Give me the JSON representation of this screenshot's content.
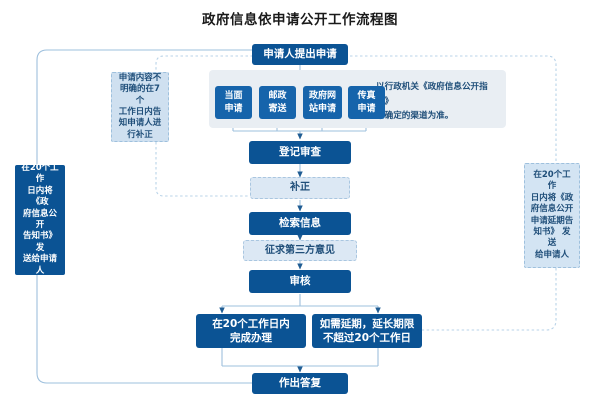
{
  "title": "政府信息依申请公开工作流程图",
  "colors": {
    "dark_blue": "#0b5394",
    "channel_blue": "#1664ab",
    "pale_blue": "#dce8f4",
    "note_blue": "#cfe0f0",
    "panel_grey": "#e9eef3",
    "text_blue": "#1f4e79",
    "connector": "#8fb4d4"
  },
  "flow": {
    "start": "申请人提出申请",
    "channels": [
      "当面\n申请",
      "邮政\n寄送",
      "政府网\n站申请",
      "传真\n申请"
    ],
    "channel_note": "以行政机关《政府信息公开指南》\n中确定的渠道为准。",
    "register_review": "登记审查",
    "supplement": "补正",
    "retrieve_info": "检索信息",
    "third_party": "征求第三方意见",
    "audit": "审核",
    "within_20_days": "在20个工作日内\n完成办理",
    "extension": "如需延期，延长期限\n不超过20个工作日",
    "reply": "作出答复"
  },
  "notes": {
    "left_unclear": "申请内容不\n明确的在7个\n工作日内告\n知申请人进\n行补正",
    "left_notice": "在20个工作\n日内将《政\n府信息公开\n告知书》发\n送给申请人",
    "right_extension_notice": "在20个工作\n日内将《政\n府信息公开\n申请延期告\n知书》 发送\n给申请人"
  }
}
